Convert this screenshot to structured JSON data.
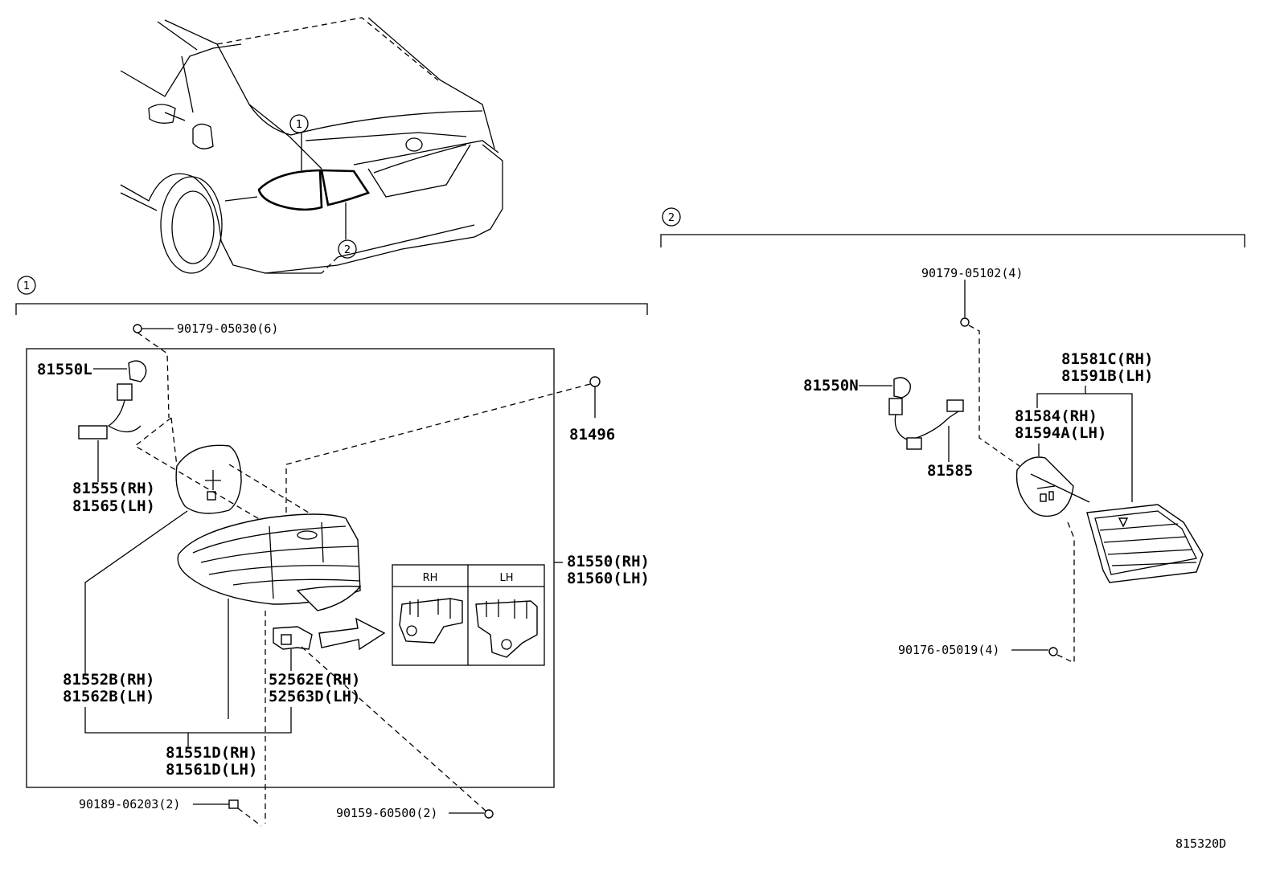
{
  "callouts": {
    "c1": "1",
    "c2": "2"
  },
  "section1": {
    "p_90179_05030": "90179-05030(6)",
    "p_81550L": "81550L",
    "p_81496": "81496",
    "p_81555": [
      "81555(RH)",
      "81565(LH)"
    ],
    "p_81550": [
      "81550(RH)",
      "81560(LH)"
    ],
    "inset": {
      "rh": "RH",
      "lh": "LH"
    },
    "p_81552B": [
      "81552B(RH)",
      "81562B(LH)"
    ],
    "p_52562E": [
      "52562E(RH)",
      "52563D(LH)"
    ],
    "p_81551D": [
      "81551D(RH)",
      "81561D(LH)"
    ],
    "p_90189": "90189-06203(2)",
    "p_90159": "90159-60500(2)"
  },
  "section2": {
    "p_90179_05102": "90179-05102(4)",
    "p_81581C": [
      "81581C(RH)",
      "81591B(LH)"
    ],
    "p_81584": [
      "81584(RH)",
      "81594A(LH)"
    ],
    "p_81550N": "81550N",
    "p_81585": "81585",
    "p_90176": "90176-05019(4)"
  },
  "diagram_code": "815320D"
}
